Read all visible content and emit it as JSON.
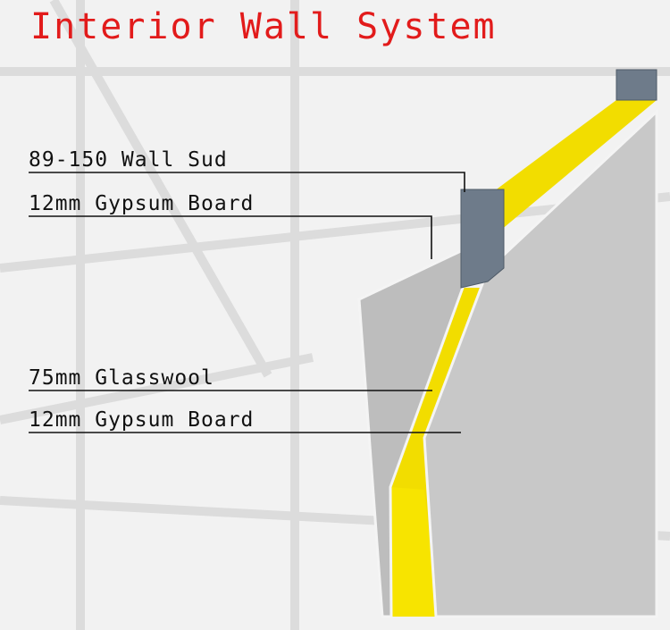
{
  "title": "Interior Wall System",
  "labels": [
    {
      "text": "89-150 Wall Sud"
    },
    {
      "text": "12mm Gypsum Board"
    },
    {
      "text": "75mm Glasswool"
    },
    {
      "text": "12mm Gypsum Board"
    }
  ],
  "colors": {
    "title": "#e21b1b",
    "glasswool": "#f2dd00",
    "glasswool_dark": "#c9b400",
    "board": "#c8c8c8",
    "board_edge": "#f4f4f4",
    "stud": "#6e7b8a",
    "leader": "#111111"
  }
}
